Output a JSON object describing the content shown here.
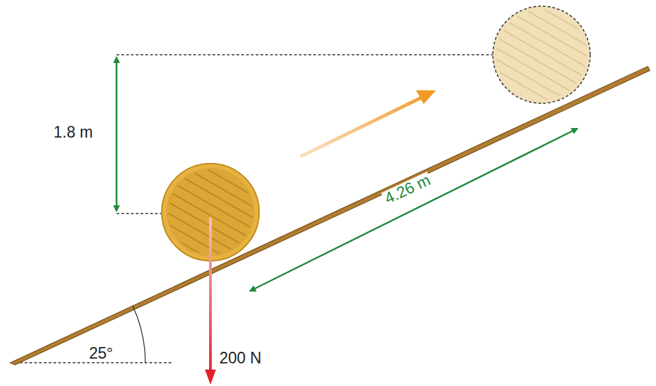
{
  "diagram": {
    "labels": [
      "1.8 m",
      "4.26 m",
      "25°",
      "200 N"
    ]
  }
}
